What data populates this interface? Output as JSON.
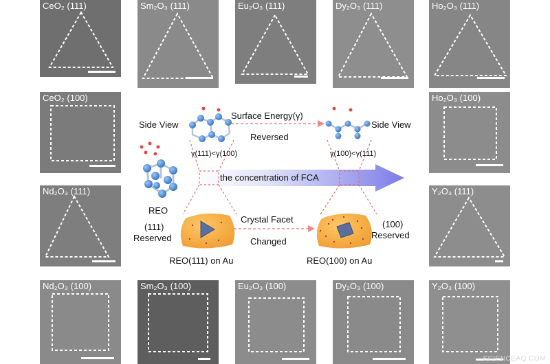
{
  "panels": {
    "ceo2_111": {
      "label": "CeO₂ (111)"
    },
    "sm2o3_111": {
      "label": "Sm₂O₃ (111)"
    },
    "eu2o3_111": {
      "label": "Eu₂O₃ (111)"
    },
    "dy2o3_111": {
      "label": "Dy₂O₃ (111)"
    },
    "ho2o3_111": {
      "label": "Ho₂O₃ (111)"
    },
    "ceo2_100": {
      "label": "CeO₂ (100)"
    },
    "ho2o3_100": {
      "label": "Ho₂O₃ (100)"
    },
    "nd2o3_111": {
      "label": "Nd₂O₃ (111)"
    },
    "y2o3_111": {
      "label": "Y₂O₃ (111)"
    },
    "nd2o3_100": {
      "label": "Nd₂O₃ (100)"
    },
    "sm2o3_100": {
      "label": "Sm₂O₃ (100)"
    },
    "eu2o3_100": {
      "label": "Eu₂O₃ (100)"
    },
    "dy2o3_100": {
      "label": "Dy₂O₃ (100)"
    },
    "y2o3_100": {
      "label": "Y₂O₃ (100)"
    }
  },
  "schematic": {
    "side_view_left": "Side View",
    "side_view_right": "Side View",
    "surface_energy": "Surface Energy(γ)",
    "reversed": "Reversed",
    "gamma_left": "γ(111)<γ(100)",
    "gamma_right": "γ(100)<γ(111)",
    "fca_arrow": "the concentration of FCA",
    "reo": "REO",
    "reserved_111_a": "(111)",
    "reserved_111_b": "Reserved",
    "crystal_facet": "Crystal Facet",
    "changed": "Changed",
    "reserved_100_a": "(100)",
    "reserved_100_b": "Reserved",
    "reo111_on_au": "REO(111) on Au",
    "reo100_on_au": "REO(100) on Au"
  },
  "colors": {
    "panel_gray": "#7a7a7a",
    "arrow_blue": "#7c7ce8",
    "dashed_red": "#e06a6a",
    "substrate_orange": "#f3a640",
    "atom_blue": "#4a8fd8",
    "atom_red": "#e04848"
  },
  "watermark": "SCIENCEAQ.COM"
}
